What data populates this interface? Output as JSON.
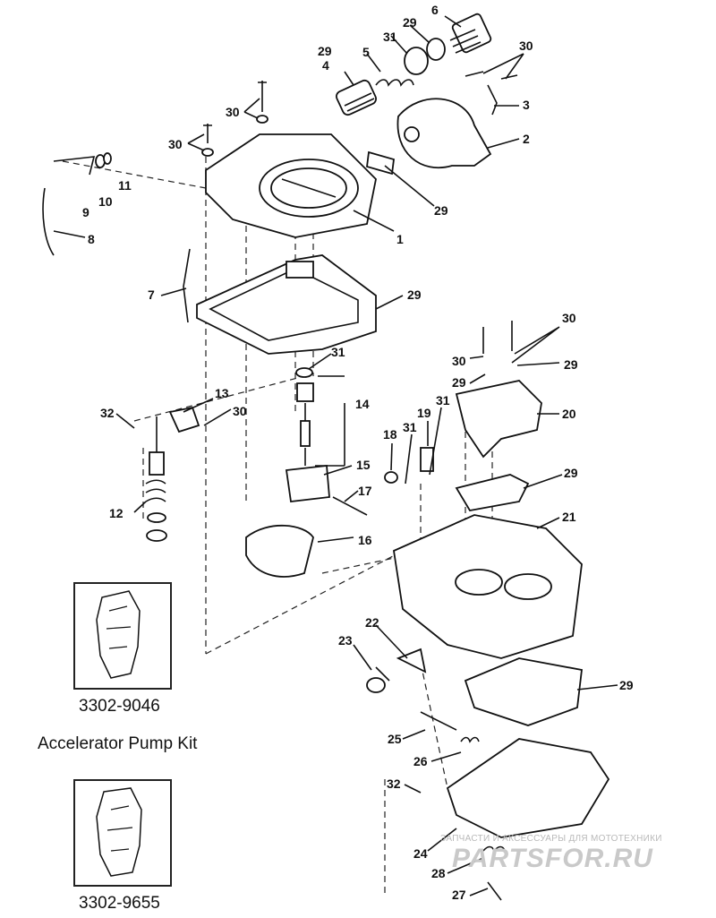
{
  "callouts": [
    {
      "id": "c6",
      "text": "6"
    },
    {
      "id": "c29a",
      "text": "29"
    },
    {
      "id": "c31a",
      "text": "31"
    },
    {
      "id": "c5",
      "text": "5"
    },
    {
      "id": "c29b",
      "text": "29"
    },
    {
      "id": "c4",
      "text": "4"
    },
    {
      "id": "c30a",
      "text": "30"
    },
    {
      "id": "c3",
      "text": "3"
    },
    {
      "id": "c2",
      "text": "2"
    },
    {
      "id": "c30b",
      "text": "30"
    },
    {
      "id": "c30c",
      "text": "30"
    },
    {
      "id": "c11",
      "text": "11"
    },
    {
      "id": "c10",
      "text": "10"
    },
    {
      "id": "c9",
      "text": "9"
    },
    {
      "id": "c8",
      "text": "8"
    },
    {
      "id": "c29c",
      "text": "29"
    },
    {
      "id": "c1",
      "text": "1"
    },
    {
      "id": "c7",
      "text": "7"
    },
    {
      "id": "c29d",
      "text": "29"
    },
    {
      "id": "c31b",
      "text": "31"
    },
    {
      "id": "c14",
      "text": "14"
    },
    {
      "id": "c13",
      "text": "13"
    },
    {
      "id": "c32a",
      "text": "32"
    },
    {
      "id": "c30d",
      "text": "30"
    },
    {
      "id": "c15",
      "text": "15"
    },
    {
      "id": "c17",
      "text": "17"
    },
    {
      "id": "c12",
      "text": "12"
    },
    {
      "id": "c16",
      "text": "16"
    },
    {
      "id": "c30e",
      "text": "30"
    },
    {
      "id": "c30f",
      "text": "30"
    },
    {
      "id": "c29e",
      "text": "29"
    },
    {
      "id": "c29f",
      "text": "29"
    },
    {
      "id": "c20",
      "text": "20"
    },
    {
      "id": "c19",
      "text": "19"
    },
    {
      "id": "c31c",
      "text": "31"
    },
    {
      "id": "c18",
      "text": "18"
    },
    {
      "id": "c31d",
      "text": "31"
    },
    {
      "id": "c29g",
      "text": "29"
    },
    {
      "id": "c21",
      "text": "21"
    },
    {
      "id": "c22",
      "text": "22"
    },
    {
      "id": "c23",
      "text": "23"
    },
    {
      "id": "c29h",
      "text": "29"
    },
    {
      "id": "c25",
      "text": "25"
    },
    {
      "id": "c26",
      "text": "26"
    },
    {
      "id": "c32b",
      "text": "32"
    },
    {
      "id": "c24",
      "text": "24"
    },
    {
      "id": "c28",
      "text": "28"
    },
    {
      "id": "c27",
      "text": "27"
    }
  ],
  "kits": {
    "top_part_number": "3302-9046",
    "title": "Accelerator Pump Kit",
    "bottom_part_number": "3302-9655"
  },
  "watermark": {
    "caption": "ЗАПЧАСТИ И АКСЕССУАРЫ ДЛЯ МОТОТЕХНИКИ",
    "logo": "PARTSFOR.RU"
  }
}
